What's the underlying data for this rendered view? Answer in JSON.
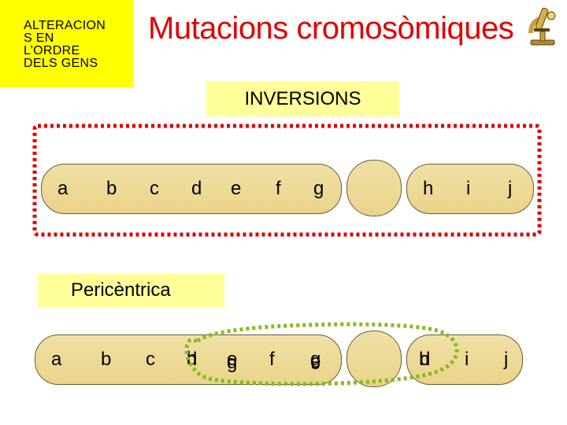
{
  "side_label": "ALTERACION\nS EN\nL’ORDRE\nDELS GENS",
  "title": "Mutacions cromosòmiques",
  "icon": "microscope-icon",
  "subtitle": "INVERSIONS",
  "section_label": "Pericèntrica",
  "chromosome_top": {
    "genes": [
      "a",
      "b",
      "c",
      "d",
      "e",
      "f",
      "g",
      "h",
      "i",
      "j"
    ]
  },
  "chromosome_bottom": {
    "genes": [
      "a",
      "b",
      "c",
      "d",
      "e",
      "f",
      "g",
      "h",
      "i",
      "j"
    ],
    "overlay_genes": [
      "h",
      "g",
      "e",
      "d"
    ]
  },
  "colors": {
    "title": "#e00000",
    "highlight_box": "#ffff00",
    "label_box": "#ffff99",
    "chromosome_fill": "#eedd99",
    "red_dotted_frame": "#dd0000",
    "green_dotted_loop": "#88bb22"
  }
}
